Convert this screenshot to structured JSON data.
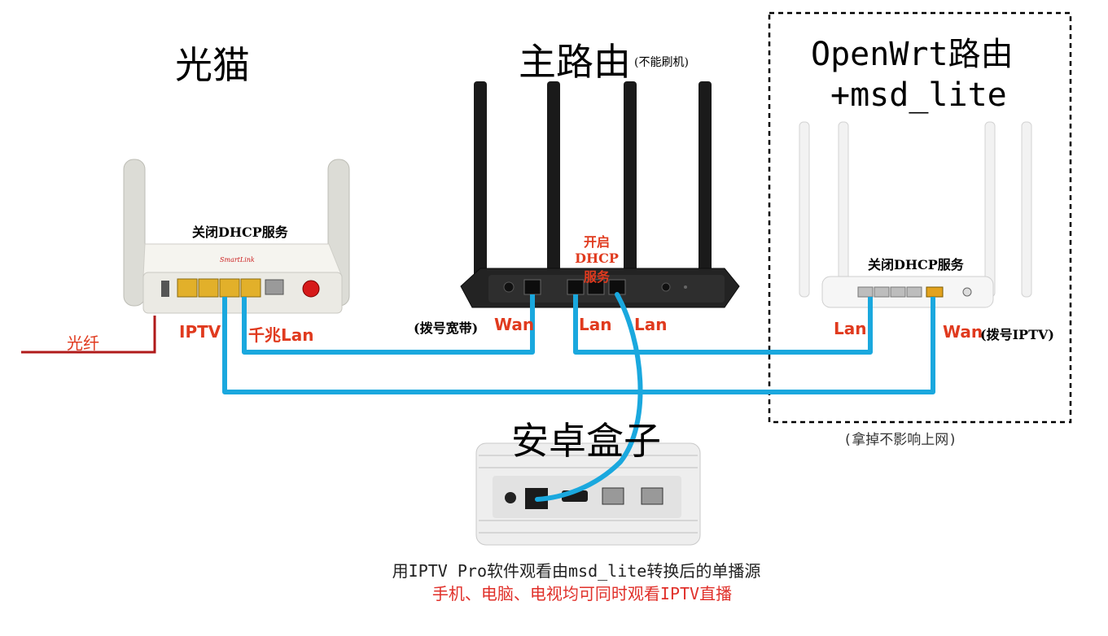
{
  "devices": {
    "modem": {
      "title": "光猫",
      "dhcp_note": "关闭DHCP服务",
      "port_iptv": "IPTV",
      "port_gigabit": "千兆Lan",
      "fiber_label": "光纤",
      "brand_mark": "SmartLink"
    },
    "main_router": {
      "title": "主路由",
      "title_note": "(不能刷机)",
      "dhcp_note_line1": "开启DHCP",
      "dhcp_note_line2": "服务",
      "wan_prefix": "(拨号宽带)",
      "port_wan": "Wan",
      "port_lan1": "Lan",
      "port_lan2": "Lan"
    },
    "openwrt_router": {
      "title_line1": "OpenWrt路由",
      "title_line2": "+msd_lite",
      "dhcp_note": "关闭DHCP服务",
      "port_lan": "Lan",
      "port_wan": "Wan",
      "wan_suffix": "(拨号IPTV)",
      "removal_note": "(拿掉不影响上网)"
    },
    "android_box": {
      "title": "安卓盒子"
    }
  },
  "footer": {
    "line1": "用IPTV Pro软件观看由msd_lite转换后的单播源",
    "line2": "手机、电脑、电视均可同时观看IPTV直播"
  },
  "colors": {
    "cable": "#1aa8de",
    "fiber": "#b01a1a",
    "label_red": "#e03a1e",
    "router_dark": "#1e1e1e",
    "device_white": "#f4f4f4"
  }
}
